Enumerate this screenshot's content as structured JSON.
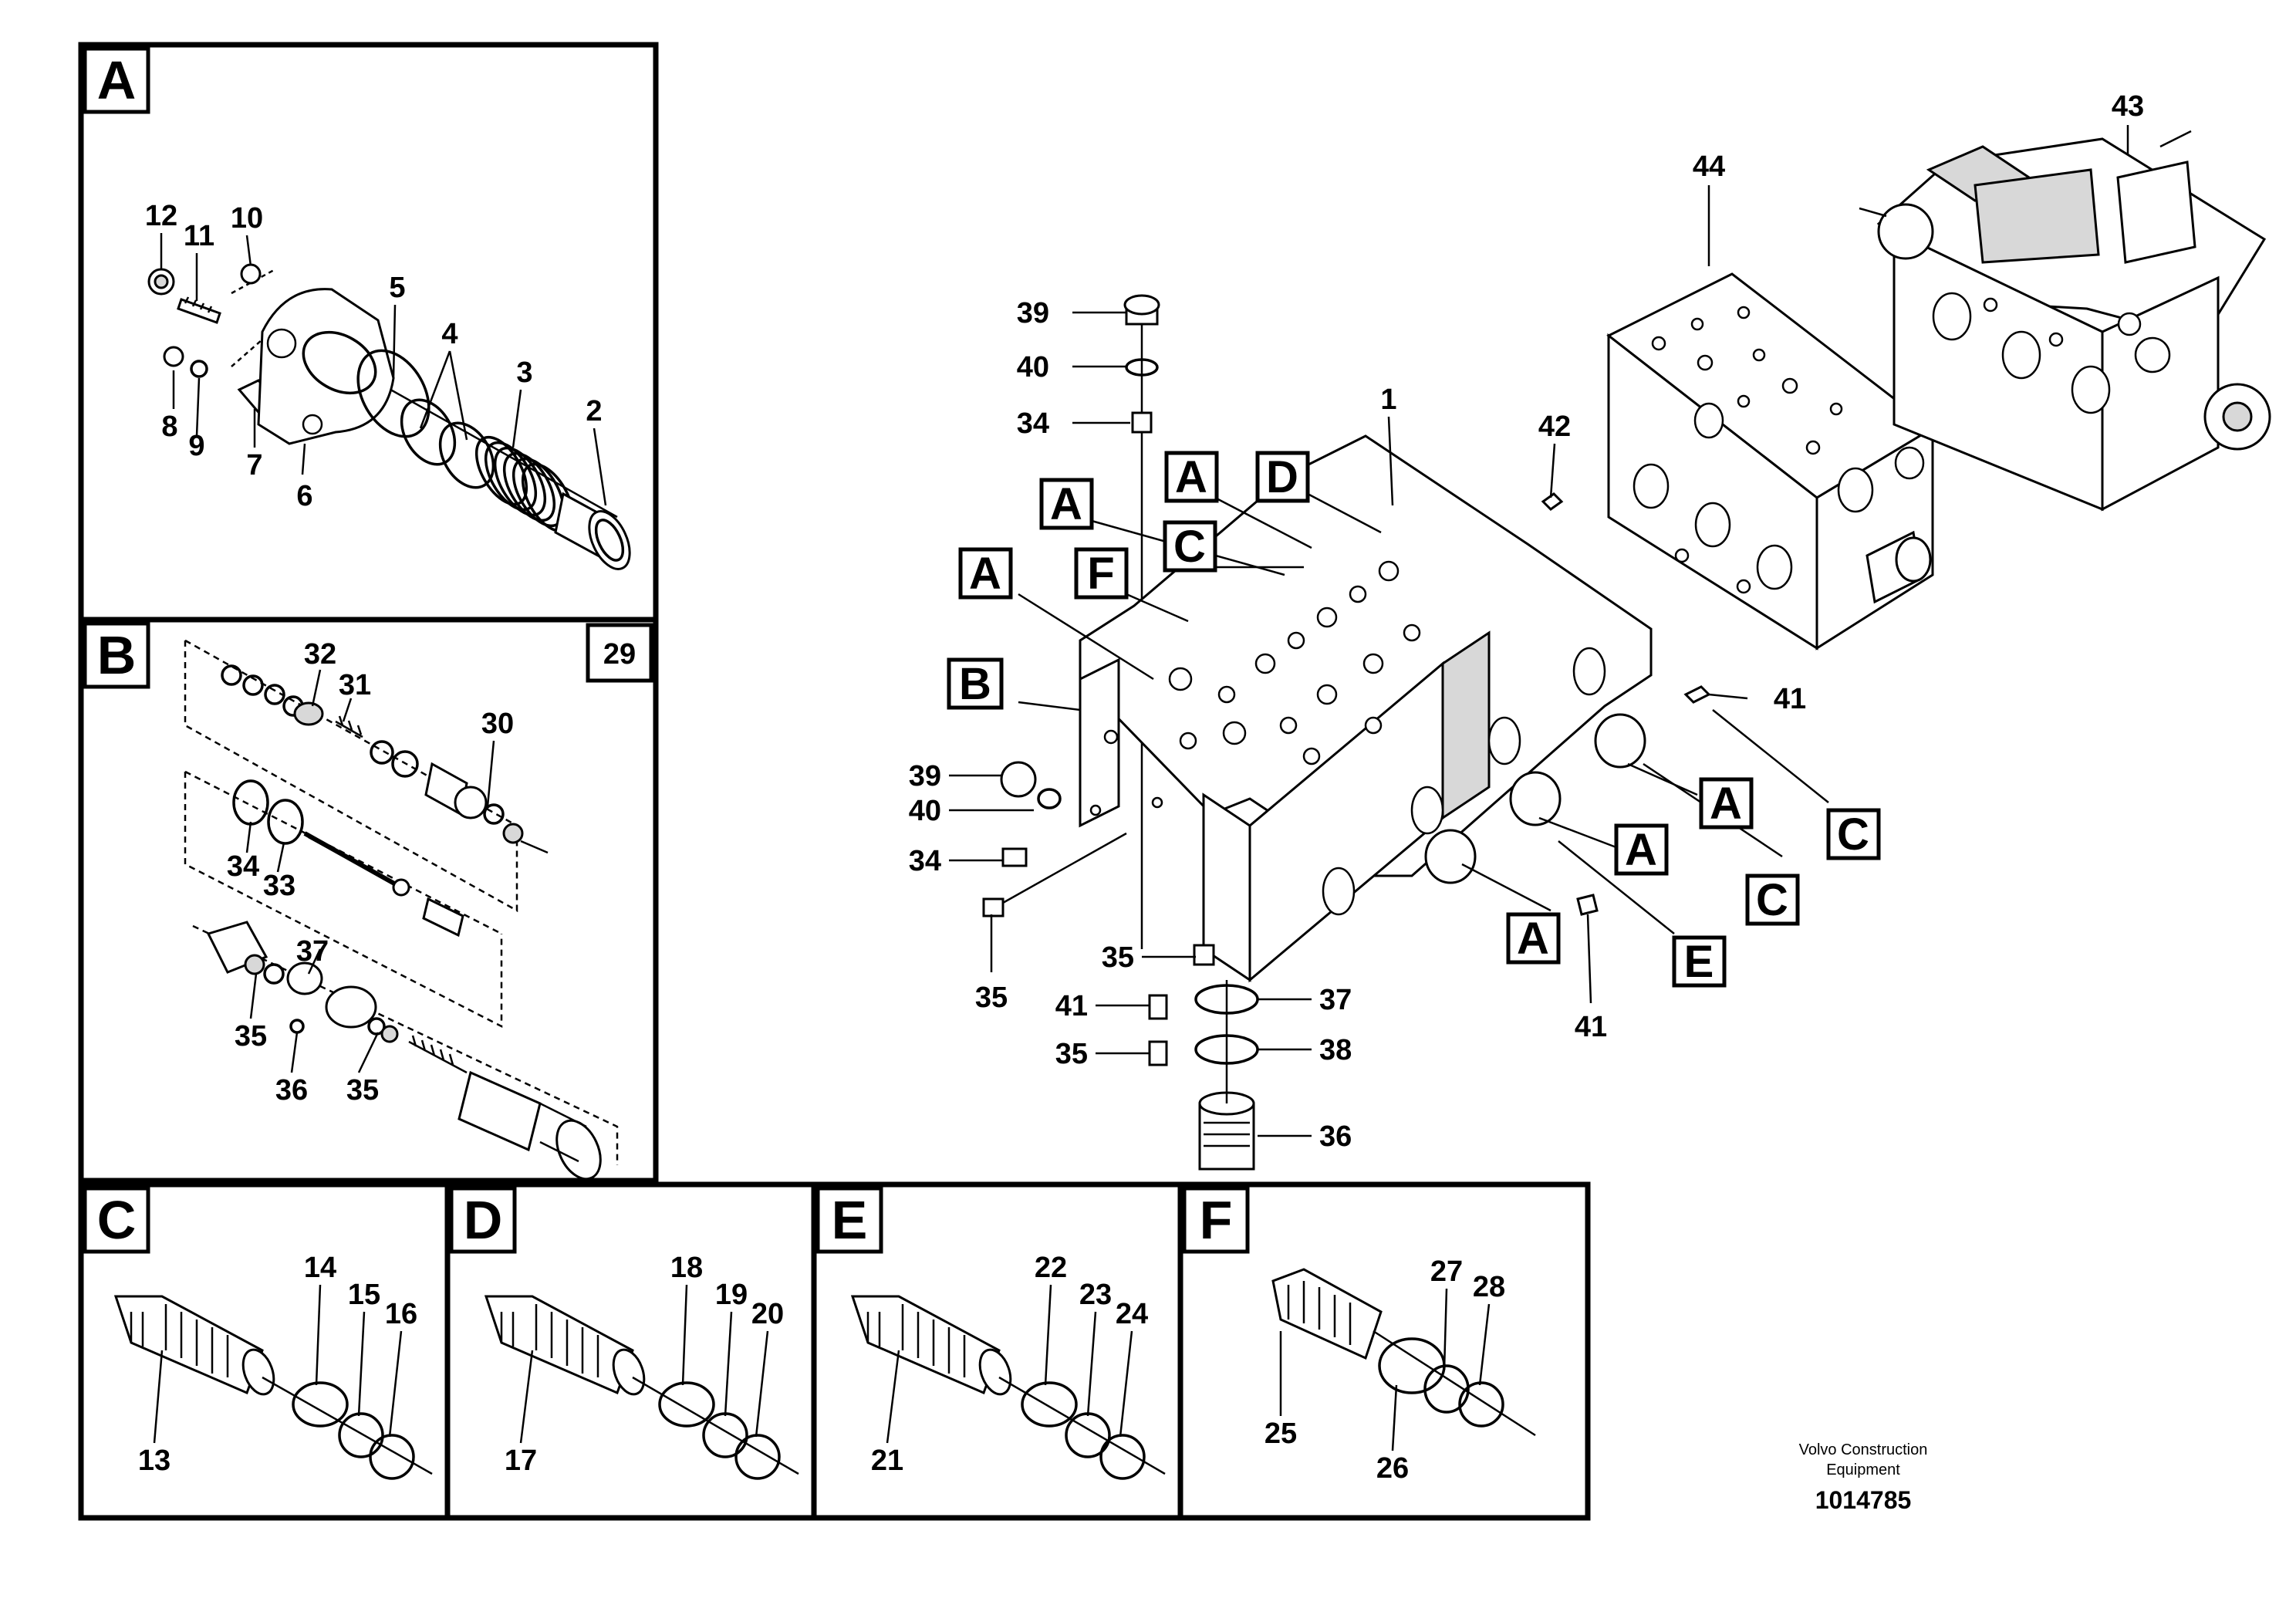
{
  "panels": {
    "A": {
      "letter": "A",
      "callouts": [
        "12",
        "11",
        "10",
        "5",
        "4",
        "3",
        "2",
        "8",
        "9",
        "7",
        "6"
      ]
    },
    "B": {
      "letter": "B",
      "ref": "29",
      "callouts": [
        "32",
        "31",
        "30",
        "34",
        "33",
        "37",
        "35",
        "36",
        "35"
      ]
    },
    "C": {
      "letter": "C",
      "callouts": [
        "14",
        "15",
        "16",
        "13"
      ]
    },
    "D": {
      "letter": "D",
      "callouts": [
        "18",
        "19",
        "20",
        "17"
      ]
    },
    "E": {
      "letter": "E",
      "callouts": [
        "22",
        "23",
        "24",
        "21"
      ]
    },
    "F": {
      "letter": "F",
      "callouts": [
        "27",
        "28",
        "25",
        "26"
      ]
    }
  },
  "main": {
    "callouts": [
      "39",
      "40",
      "34",
      "1",
      "42",
      "44",
      "43",
      "41",
      "39",
      "40",
      "34",
      "35",
      "35",
      "41",
      "35",
      "37",
      "38",
      "36",
      "41"
    ],
    "letter_tags": [
      "A",
      "D",
      "A",
      "C",
      "A",
      "F",
      "B",
      "A",
      "C",
      "A",
      "C",
      "A",
      "E"
    ]
  },
  "footer": {
    "company_line1": "Volvo Construction",
    "company_line2": "Equipment",
    "doc_number": "1014785"
  }
}
